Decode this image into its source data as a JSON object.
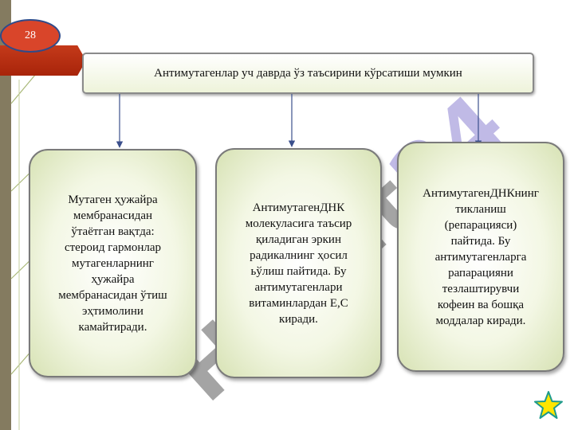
{
  "slide": {
    "page_number": "28",
    "watermark": {
      "part1": "Hujjat",
      "part2": "24"
    },
    "title": "Антимутагенлар уч даврда ўз таъсирини кўрсатиши мумкин",
    "cards": [
      {
        "text": "Мутаген ҳужайра\nмембранасидан\nўтаётган вақтда:\nстероид гармонлар\nмутагенларнинг\nҳужайра\nмембранасидан ўтиш\nэҳтимолини\nкамайтиради."
      },
      {
        "text": "АнтимутагенДНК\nмолекуласига таъсир\nқиладиган эркин\nрадикалнинг ҳосил\nьўлиш пайтида. Бу\nантимутагенлари\nвитаминлардан Е,С\nкиради."
      },
      {
        "text": "АнтимутагенДНКнинг\nтикланиш\n(репарацияси)\nпайтида. Бу\nантимутагенларга\nрапарацияни\nтезлаштирувчи\nкофеин ва бошқа\nмоддалар киради."
      }
    ]
  },
  "colors": {
    "accent_red": "#c43a1a",
    "badge_border": "#2f4b8a",
    "card_fill": "#f3f7e4",
    "arrow": "#3b4f8c"
  },
  "icons": {
    "nav_star": "star-icon"
  }
}
